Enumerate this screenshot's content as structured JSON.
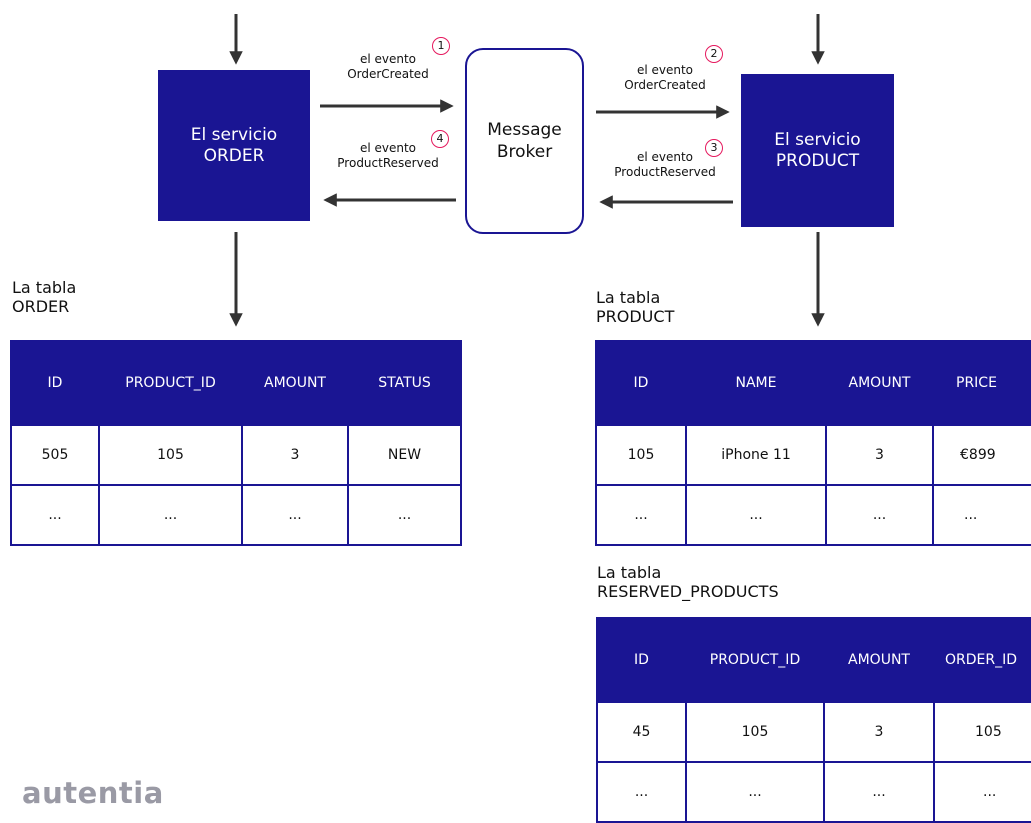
{
  "services": {
    "order": {
      "line1": "El servicio",
      "line2": "ORDER"
    },
    "product": {
      "line1": "El servicio",
      "line2": "PRODUCT"
    }
  },
  "broker": {
    "line1": "Message",
    "line2": "Broker"
  },
  "events": [
    {
      "line1": "el evento",
      "line2": "OrderCreated",
      "badge": "1"
    },
    {
      "line1": "el evento",
      "line2": "OrderCreated",
      "badge": "2"
    },
    {
      "line1": "el evento",
      "line2": "ProductReserved",
      "badge": "3"
    },
    {
      "line1": "el evento",
      "line2": "ProductReserved",
      "badge": "4"
    }
  ],
  "tables": {
    "order": {
      "label1": "La tabla",
      "label2": "ORDER",
      "headers": [
        "ID",
        "PRODUCT_ID",
        "AMOUNT",
        "STATUS"
      ],
      "rows": [
        [
          "505",
          "105",
          "3",
          "NEW"
        ],
        [
          "...",
          "...",
          "...",
          "..."
        ]
      ]
    },
    "product": {
      "label1": "La tabla",
      "label2": "PRODUCT",
      "headers": [
        "ID",
        "NAME",
        "AMOUNT",
        "PRICE"
      ],
      "rows": [
        [
          "105",
          "iPhone 11",
          "3",
          "€899"
        ],
        [
          "...",
          "...",
          "...",
          "..."
        ]
      ]
    },
    "reserved": {
      "label1": "La tabla",
      "label2": "RESERVED_PRODUCTS",
      "headers": [
        "ID",
        "PRODUCT_ID",
        "AMOUNT",
        "ORDER_ID"
      ],
      "rows": [
        [
          "45",
          "105",
          "3",
          "105"
        ],
        [
          "...",
          "...",
          "...",
          "..."
        ]
      ]
    }
  },
  "logo": "autentia",
  "colors": {
    "primary": "#1a1593",
    "badge": "#e5195e",
    "arrow": "#333333",
    "logo": "#9a9aa5"
  }
}
